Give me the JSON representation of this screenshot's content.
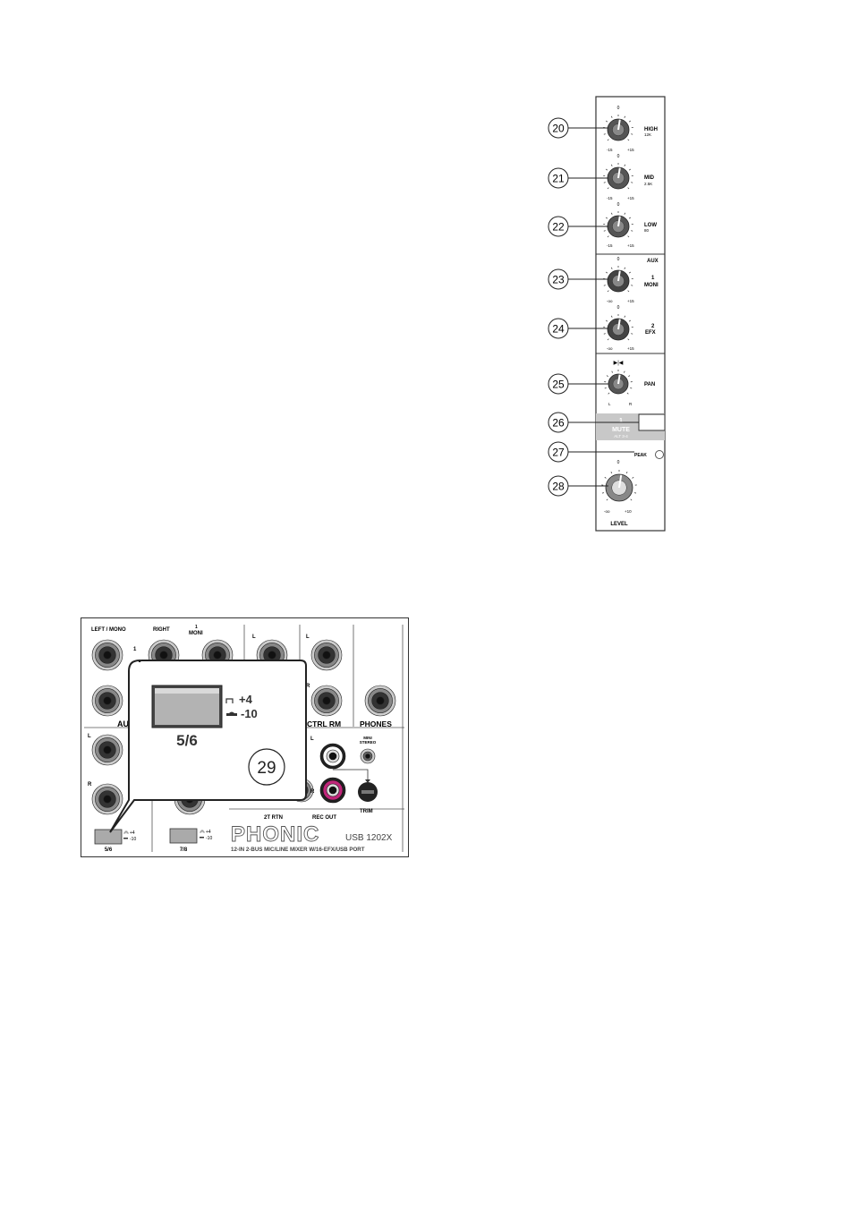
{
  "channel_strip": {
    "callouts": [
      {
        "id": "20",
        "label": "20"
      },
      {
        "id": "21",
        "label": "21"
      },
      {
        "id": "22",
        "label": "22"
      },
      {
        "id": "23",
        "label": "23"
      },
      {
        "id": "24",
        "label": "24"
      },
      {
        "id": "25",
        "label": "25"
      },
      {
        "id": "26",
        "label": "26"
      },
      {
        "id": "27",
        "label": "27"
      },
      {
        "id": "28",
        "label": "28"
      }
    ],
    "eq": {
      "high": {
        "top": "0",
        "name": "HIGH",
        "freq": "12K",
        "min": "-15",
        "max": "+15"
      },
      "mid": {
        "top": "0",
        "name": "MID",
        "freq": "2.5K",
        "min": "-15",
        "max": "+15"
      },
      "low": {
        "top": "0",
        "name": "LOW",
        "freq": "80",
        "min": "-15",
        "max": "+15"
      }
    },
    "aux": {
      "section_label": "AUX",
      "aux1": {
        "top": "0",
        "num": "1",
        "name": "MONI",
        "min": "-oo",
        "max": "+15"
      },
      "aux2": {
        "top": "0",
        "num": "2",
        "name": "EFX",
        "min": "-oo",
        "max": "+15"
      }
    },
    "pan": {
      "name": "PAN",
      "left": "L",
      "right": "R",
      "top_symbol": "▶|◀"
    },
    "mute": {
      "num": "1",
      "name": "MUTE",
      "sub": "ALT 3-4"
    },
    "peak": "PEAK",
    "level": {
      "top": "0",
      "name": "LEVEL",
      "min": "-oo",
      "max": "+10"
    }
  },
  "rear_panel": {
    "labels": {
      "left_mono": "LEFT / MONO",
      "right": "RIGHT",
      "moni_num": "1",
      "moni": "MONI",
      "l1": "L",
      "l2": "L",
      "r2": "R",
      "ch1": "1",
      "aux_partial": "AU",
      "ctrl_rm": "CTRL RM",
      "phones": "PHONES",
      "l3": "L",
      "r3": "R",
      "l4": "L",
      "r4": "R",
      "mini_stereo_1": "MINI",
      "mini_stereo_2": "STEREO",
      "tt_rtn": "2T RTN",
      "rec_out": "REC OUT",
      "trim": "TRIM",
      "s56": "5/6",
      "s78": "7/8",
      "lvl_plus": "+4",
      "lvl_minus": "-10",
      "brand": "PHONIC",
      "model": "USB 1202X",
      "tagline": "12-IN 2-BUS MIC/LINE MIXER W/16-EFX/USB PORT"
    },
    "zoom": {
      "switch_label": "5/6",
      "plus": "+4",
      "minus": "-10",
      "callout": "29"
    }
  }
}
